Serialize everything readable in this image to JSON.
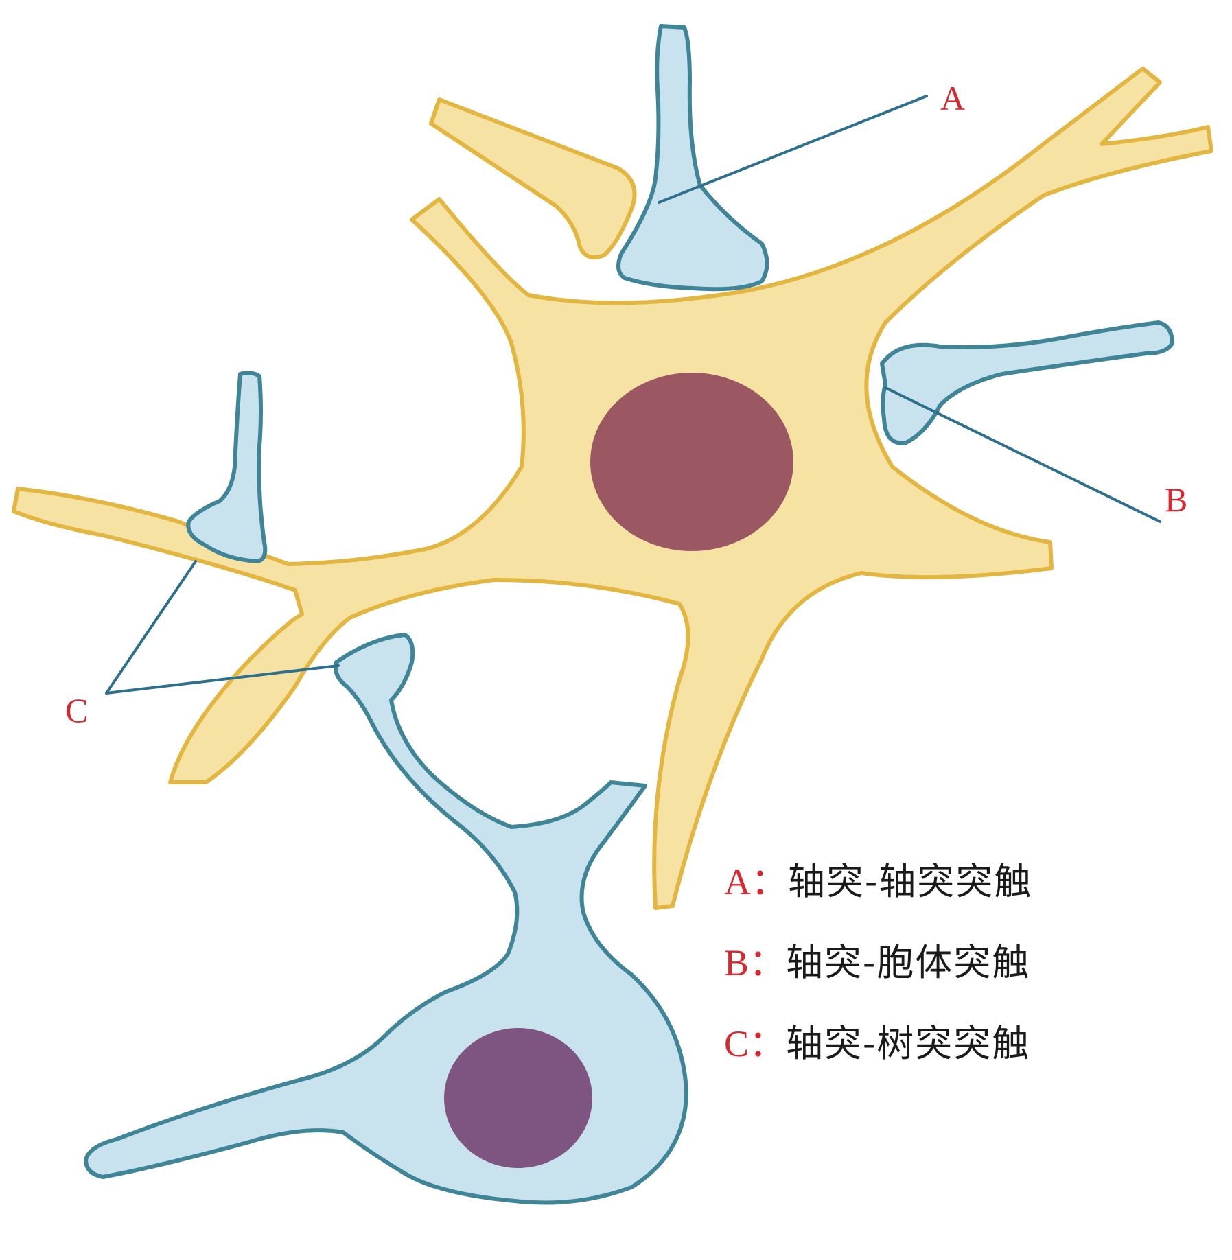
{
  "colors": {
    "soma_fill": "#f6e3a3",
    "soma_stroke": "#e2b640",
    "terminal_fill": "#c9e3ee",
    "terminal_stroke": "#3f8597",
    "main_nucleus": "#9b5863",
    "second_nucleus": "#7d5580",
    "pointer_line": "#2e6f8e",
    "label_red": "#d8282f",
    "legend_text": "#1a1a1a"
  },
  "callouts": {
    "a": "A",
    "b": "B",
    "c": "C"
  },
  "legend": [
    {
      "key": "A：",
      "text": "轴突-轴突突触"
    },
    {
      "key": "B：",
      "text": "轴突-胞体突触"
    },
    {
      "key": "C：",
      "text": "轴突-树突突触"
    }
  ]
}
